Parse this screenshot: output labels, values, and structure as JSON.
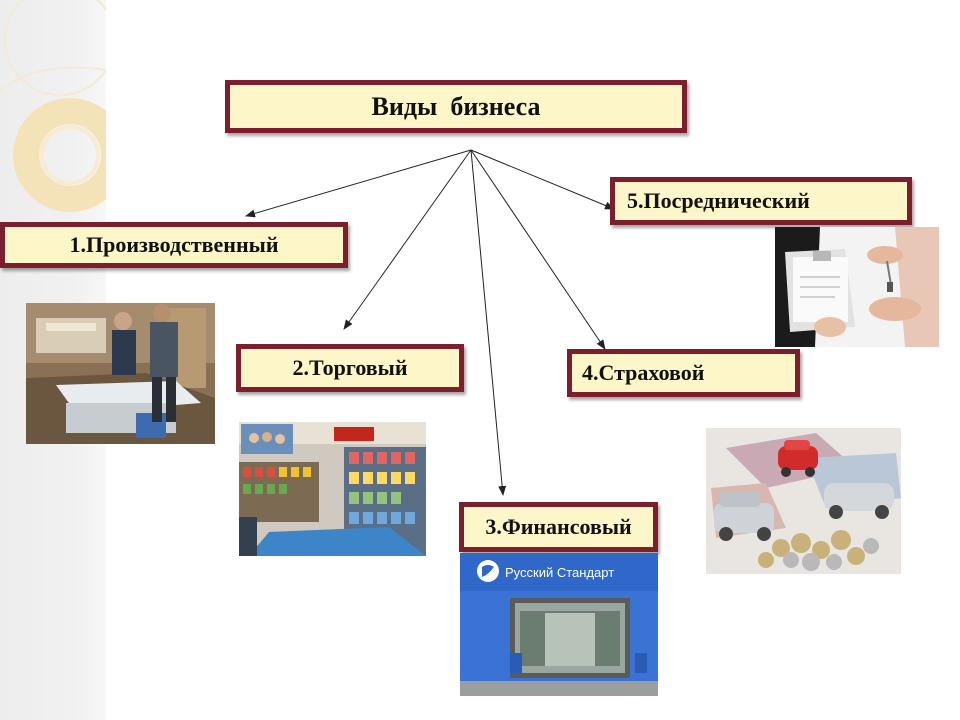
{
  "diagram": {
    "title": "Виды  бизнеса",
    "types": [
      {
        "label": "1.Производственный"
      },
      {
        "label": "2.Торговый"
      },
      {
        "label": "3.Финансовый"
      },
      {
        "label": "4.Страховой"
      },
      {
        "label": "5.Посреднический"
      }
    ]
  },
  "photos": {
    "financial_sign": "Русский Стандарт"
  },
  "colors": {
    "box_fill": "#fdf6c9",
    "box_border": "#7a1f2b",
    "arrow": "#222222"
  }
}
